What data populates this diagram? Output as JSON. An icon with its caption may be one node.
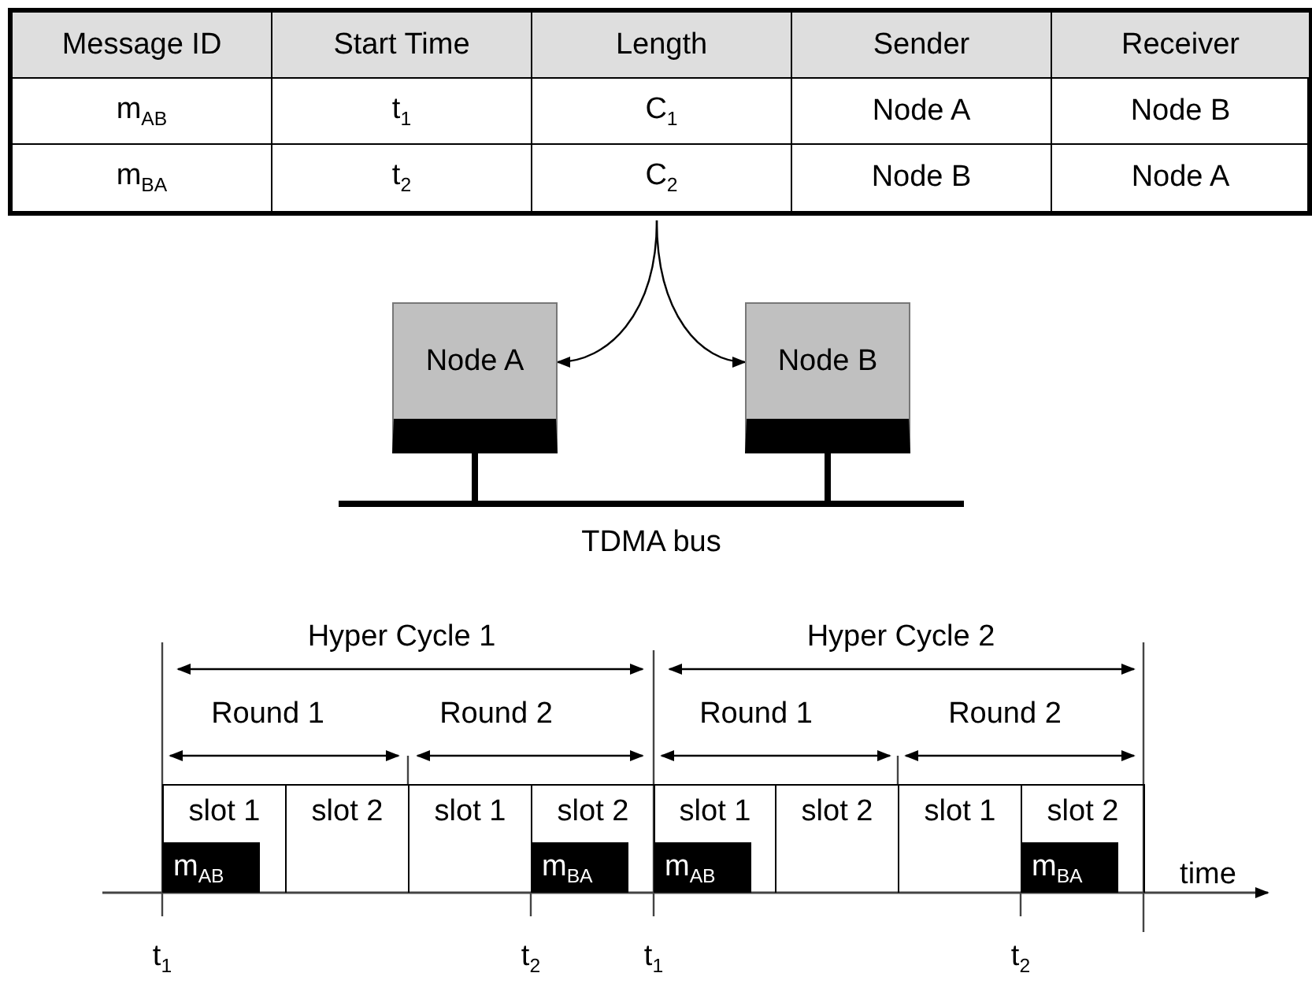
{
  "diagram": {
    "nodes": [
      {
        "text": [
          "Message ID",
          "Start Time",
          "Length",
          "Sender",
          "Receiver",
          "m$_{AB}$",
          "t$_{1}$",
          "C$_{1}$",
          "Node A",
          "Node B",
          "m$_{BA}$",
          "t$_{2}$",
          "C$_{2}$",
          "Node B",
          "Node A"
        ]
      },
      {
        "text": [
          "Node A"
        ]
      },
      {
        "text": [
          "Node B"
        ]
      },
      {
        "text": [
          "TDMA bus"
        ]
      }
    ],
    "edges": [
      {
        "from": 0,
        "to": 1,
        "arrow": "to"
      },
      {
        "from": 0,
        "to": 2,
        "arrow": "to"
      },
      {
        "from": 1,
        "to": 3,
        "arrow": "none",
        "style": "thick"
      },
      {
        "from": 2,
        "to": 3,
        "arrow": "none",
        "style": "thick"
      }
    ],
    "labels": [
      "Hyper Cycle 1",
      "Hyper Cycle 2",
      "Round 1",
      "Round 2",
      "Round 1",
      "Round 2",
      "slot 1",
      "slot 2",
      "slot 1",
      "slot 2",
      "slot 1",
      "slot 2",
      "slot 1",
      "slot 2",
      "m$_{AB}$",
      "m$_{BA}$",
      "m$_{AB}$",
      "m$_{BA}$",
      "time",
      "t$_{1}$",
      "t$_{2}$",
      "t$_{1}$",
      "t$_{2}$"
    ]
  }
}
